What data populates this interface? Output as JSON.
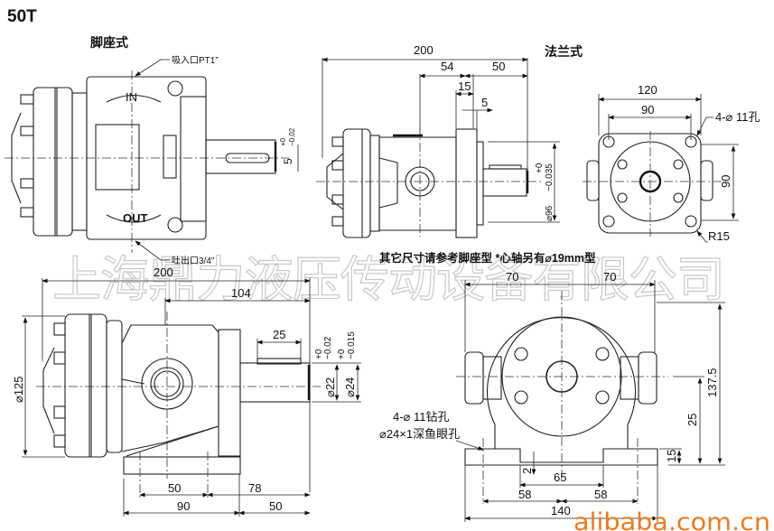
{
  "model": "50T",
  "foot_view": {
    "title": "脚座式",
    "inlet_label": "吸入口PT1”",
    "outlet_label": "吐出口3/4”",
    "in_text": "IN",
    "out_text": "OUT",
    "key_width": "5",
    "key_tol_upper": "+0",
    "key_tol_lower": "−0.02"
  },
  "flange_side_view": {
    "title": "法兰式",
    "dim_total": "200",
    "dim_54": "54",
    "dim_50": "50",
    "dim_15": "15",
    "dim_5": "5",
    "pilot_dia": "⌀96",
    "pilot_tol_upper": "+0",
    "pilot_tol_lower": "−0.035"
  },
  "flange_front_view": {
    "dim_120": "120",
    "dim_90_h": "90",
    "dim_90_v": "90",
    "holes": "4-⌀ 11孔",
    "radius": "R15"
  },
  "note": "其它尺寸请参考脚座型  *心轴另有⌀19mm型",
  "watermark": "上海鼎力液压传动设备有限公司",
  "side_view": {
    "dim_total": "200",
    "dim_104": "104",
    "dim_key": "25",
    "dia_125": "⌀125",
    "shaft_dia_22": "⌀22",
    "tol22_upper": "+0",
    "tol22_lower": "−0.02",
    "shaft_dia_24": "⌀24",
    "tol24_upper": "+0",
    "tol24_lower": "−0.015",
    "dim_50a": "50",
    "dim_78": "78",
    "dim_90": "90",
    "dim_50b": "50"
  },
  "front_view": {
    "dim_70_left": "70",
    "dim_70_right": "70",
    "dim_137_5": "137.5",
    "dim_25": "25",
    "dim_15": "15",
    "dim_2": "2",
    "dim_65": "65",
    "dim_58_left": "58",
    "dim_58_right": "58",
    "dim_140": "140",
    "drill_note_1": "4-⌀ 11钻孔",
    "drill_note_2": "⌀24×1深鱼眼孔"
  },
  "source_mark": "alibaba.com.cn",
  "colors": {
    "source_mark": "#f07a1a",
    "watermark": "#c8c8c8"
  }
}
